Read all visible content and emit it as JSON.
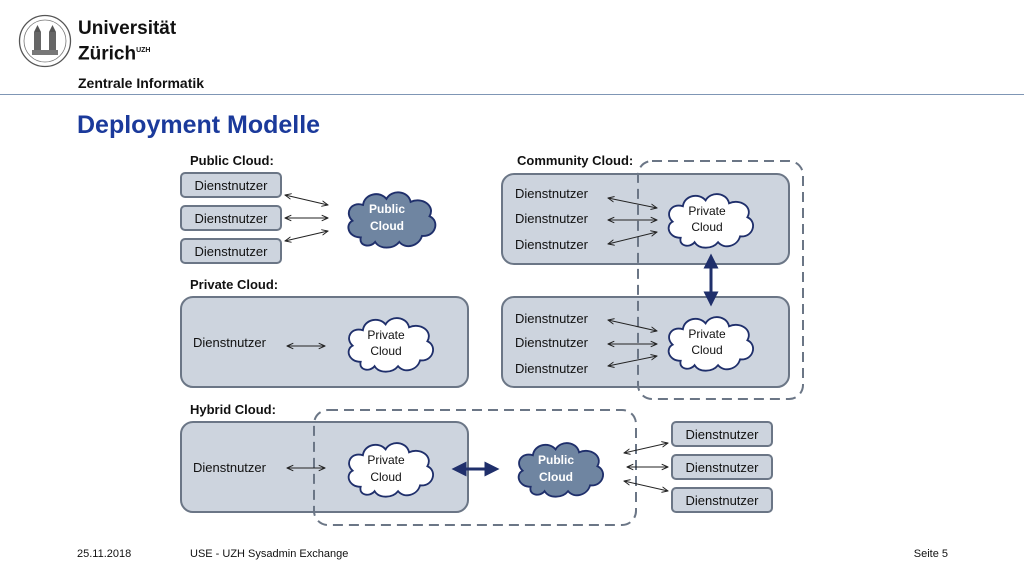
{
  "header": {
    "university_line1": "Universität",
    "university_line2": "Zürich",
    "university_sup": "UZH",
    "department": "Zentrale Informatik",
    "logo_icon": "university-seal-icon"
  },
  "title": "Deployment Modelle",
  "diagram": {
    "sections": {
      "public": "Public Cloud:",
      "community": "Community Cloud:",
      "private": "Private Cloud:",
      "hybrid": "Hybrid Cloud:"
    },
    "user_label": "Dienstnutzer",
    "public_cloud_line1": "Public",
    "private_cloud_line1": "Private",
    "cloud_line2": "Cloud"
  },
  "footer": {
    "date": "25.11.2018",
    "event": "USE - UZH Sysadmin Exchange",
    "page": "Seite 5"
  },
  "colors": {
    "title_blue": "#1b3a9b",
    "box_fill": "#cdd4de",
    "box_stroke": "#6b7686",
    "public_cloud_fill": "#6f85a1",
    "arrow_dark": "#1f2f6b",
    "separator": "#7f96b5"
  }
}
